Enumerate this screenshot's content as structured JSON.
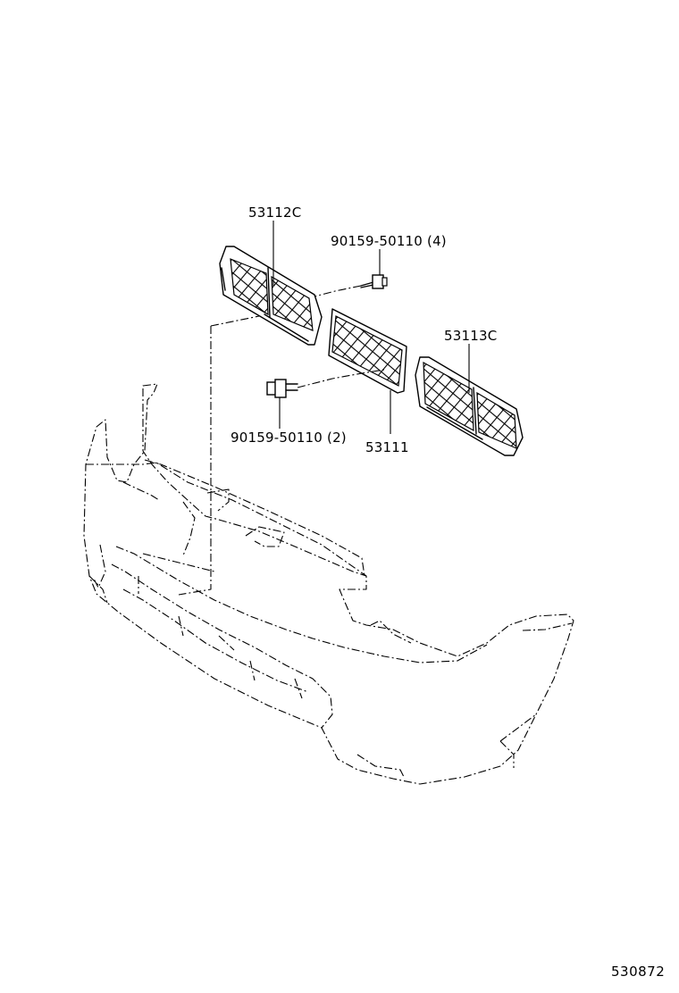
{
  "parts": {
    "grille_left": "53112C",
    "screw_upper": "90159-50110 (4)",
    "grille_right": "53113C",
    "screw_lower": "90159-50110 (2)",
    "grille_center": "53111"
  },
  "diagram_ref": "530872"
}
